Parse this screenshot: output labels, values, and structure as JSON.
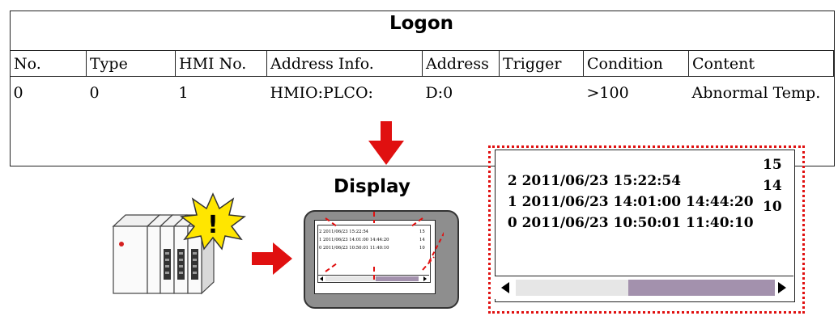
{
  "logon": {
    "title": "Logon",
    "columns": [
      "No.",
      "Type",
      "HMI No.",
      "Address Info.",
      "Address",
      "Trigger",
      "Condition",
      "Content"
    ],
    "row": [
      "0",
      "0",
      "1",
      "HMIO:PLCO:",
      "D:0",
      "",
      ">100",
      "Abnormal Temp."
    ]
  },
  "display": {
    "title": "Display",
    "records": [
      {
        "text": "2 2011/06/23 15:22:54",
        "end": "15"
      },
      {
        "text": "1 2011/06/23 14:01:00 14:44:20",
        "end": "14"
      },
      {
        "text": "0 2011/06/23 10:50:01 11:40:10",
        "end": "10"
      }
    ],
    "alert_mark": "!"
  },
  "colors": {
    "accent_red": "#e01010",
    "scroll_thumb": "#a391ad",
    "scroll_track": "#e6e6e6",
    "tablet_body": "#8e8e8e"
  },
  "icons": [
    "plc-device-icon",
    "alert-burst-icon",
    "down-arrow-icon",
    "right-arrow-icon",
    "hmi-tablet-icon",
    "scroll-left-icon",
    "scroll-right-icon"
  ]
}
